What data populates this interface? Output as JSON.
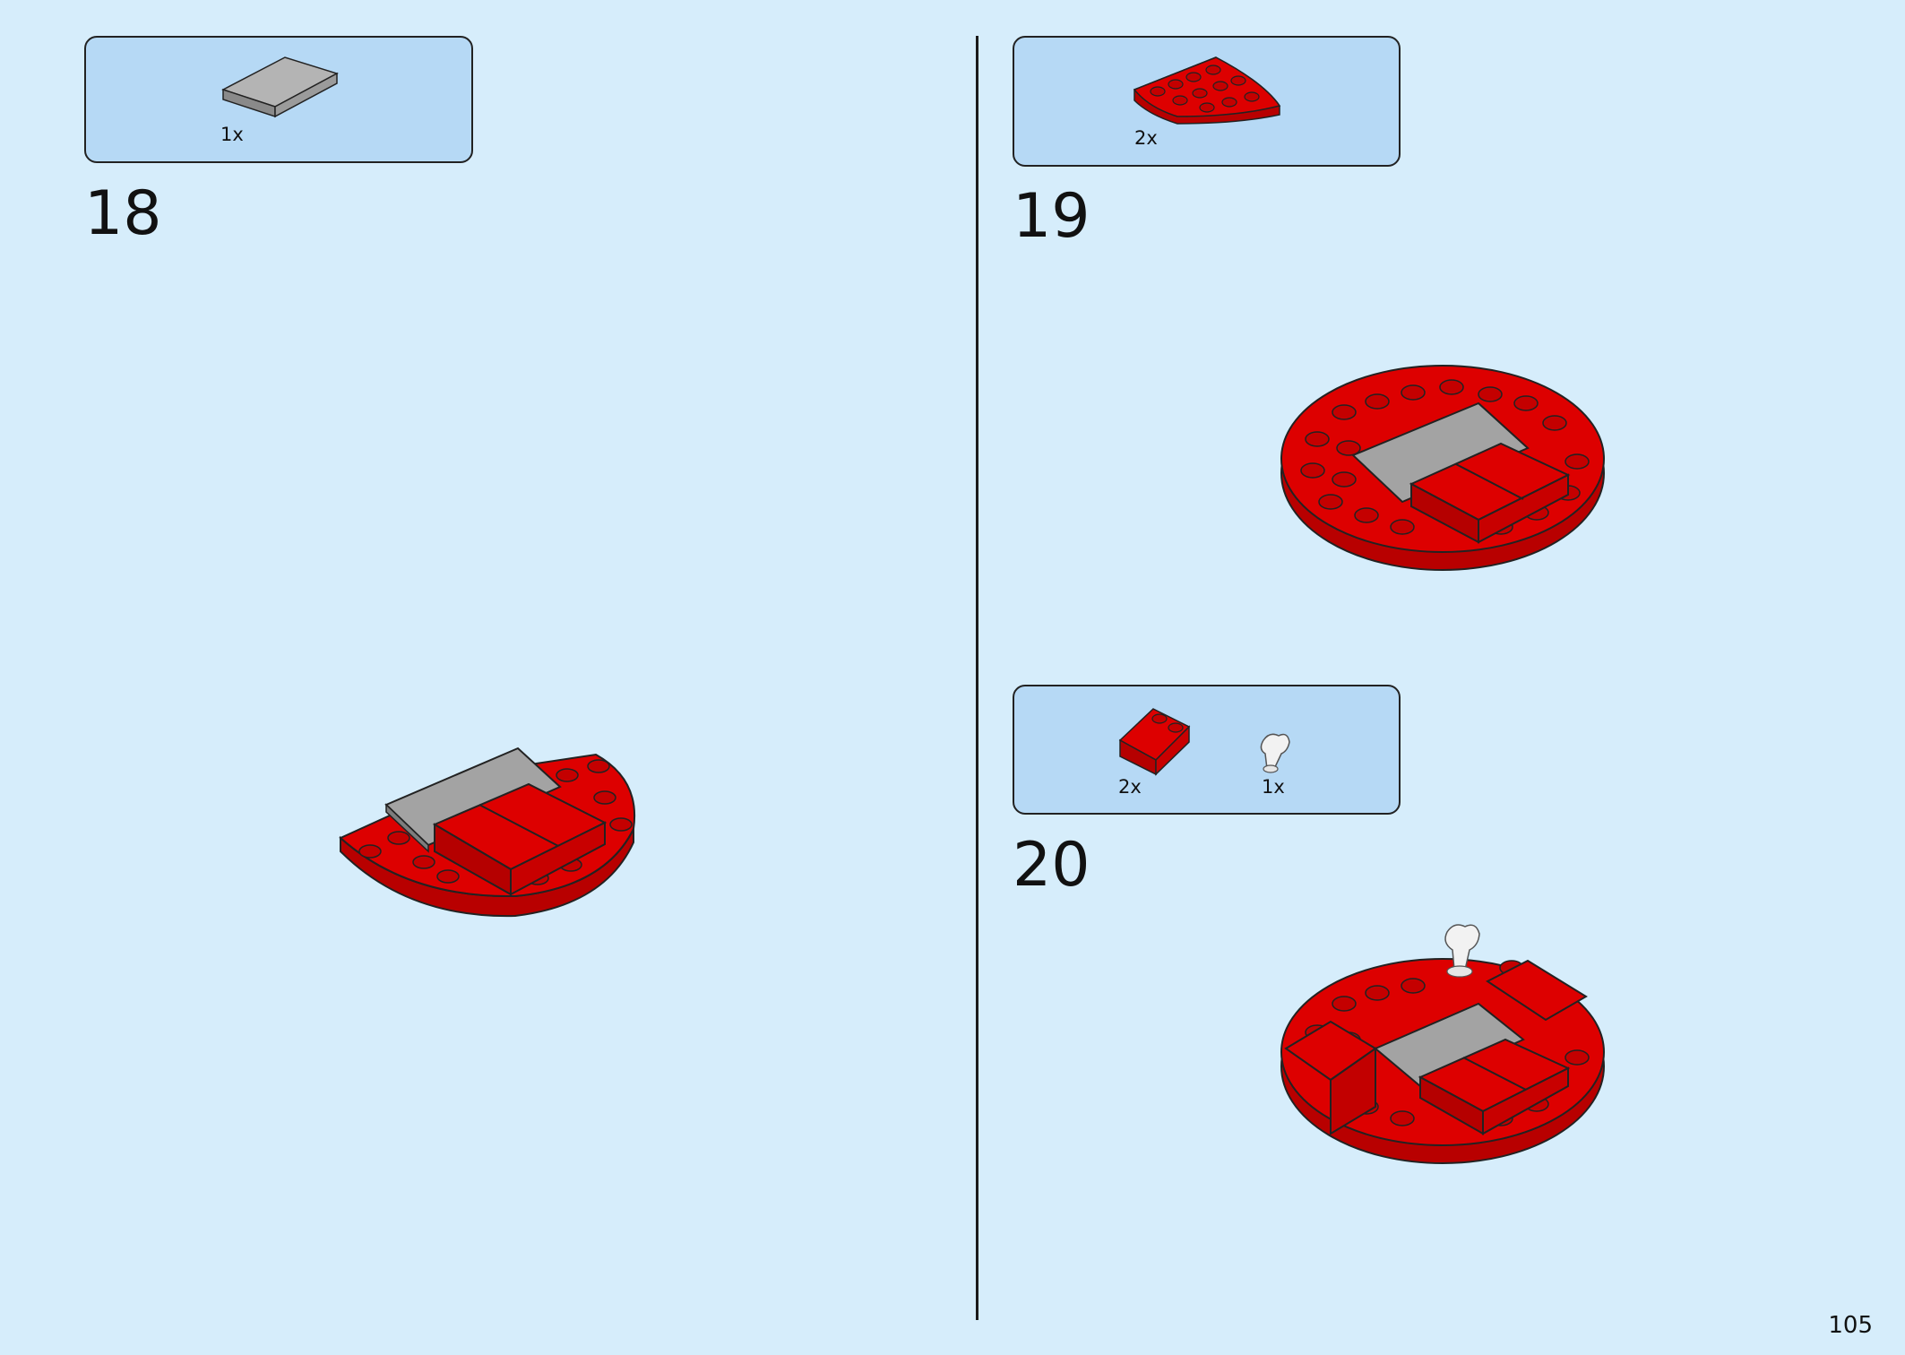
{
  "page_number": "105",
  "colors": {
    "background": "#d6edfb",
    "parts_box": "#b6d9f5",
    "brick_red": "#dd0000",
    "brick_gray": "#a3a3a3"
  },
  "steps": [
    {
      "number": "18",
      "parts": [
        {
          "icon": "gray-tile-2x4-icon",
          "qty": "1x"
        }
      ]
    },
    {
      "number": "19",
      "parts": [
        {
          "icon": "red-quarter-round-plate-icon",
          "qty": "2x"
        }
      ]
    },
    {
      "number": "20",
      "parts": [
        {
          "icon": "red-slope-brick-icon",
          "qty": "2x"
        },
        {
          "icon": "white-flower-stem-icon",
          "qty": "1x"
        }
      ]
    }
  ]
}
